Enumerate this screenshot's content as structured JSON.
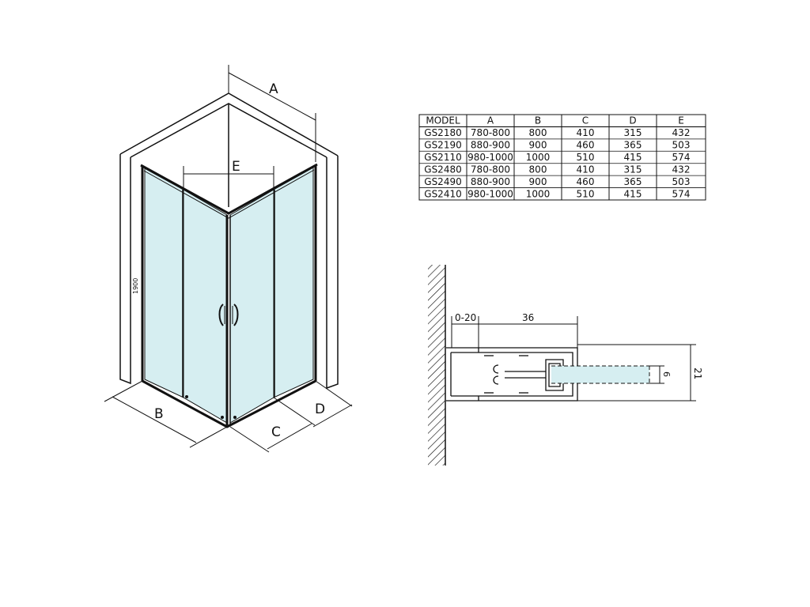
{
  "dimension_labels": {
    "a": "A",
    "b": "B",
    "c": "C",
    "d": "D",
    "e": "E",
    "height": "1900"
  },
  "table": {
    "headers": [
      "MODEL",
      "A",
      "B",
      "C",
      "D",
      "E"
    ],
    "rows": [
      [
        "GS2180",
        "780-800",
        "800",
        "410",
        "315",
        "432"
      ],
      [
        "GS2190",
        "880-900",
        "900",
        "460",
        "365",
        "503"
      ],
      [
        "GS2110",
        "980-1000",
        "1000",
        "510",
        "415",
        "574"
      ],
      [
        "GS2480",
        "780-800",
        "800",
        "410",
        "315",
        "432"
      ],
      [
        "GS2490",
        "880-900",
        "900",
        "460",
        "365",
        "503"
      ],
      [
        "GS2410",
        "980-1000",
        "1000",
        "510",
        "415",
        "574"
      ]
    ]
  },
  "profile_detail": {
    "gap_label": "0-20",
    "width_label": "36",
    "glass_label": "6",
    "height_label": "21"
  },
  "colors": {
    "glass": "#d6eef1",
    "glass_line": "#111111",
    "wall_hatch": "#111111"
  }
}
